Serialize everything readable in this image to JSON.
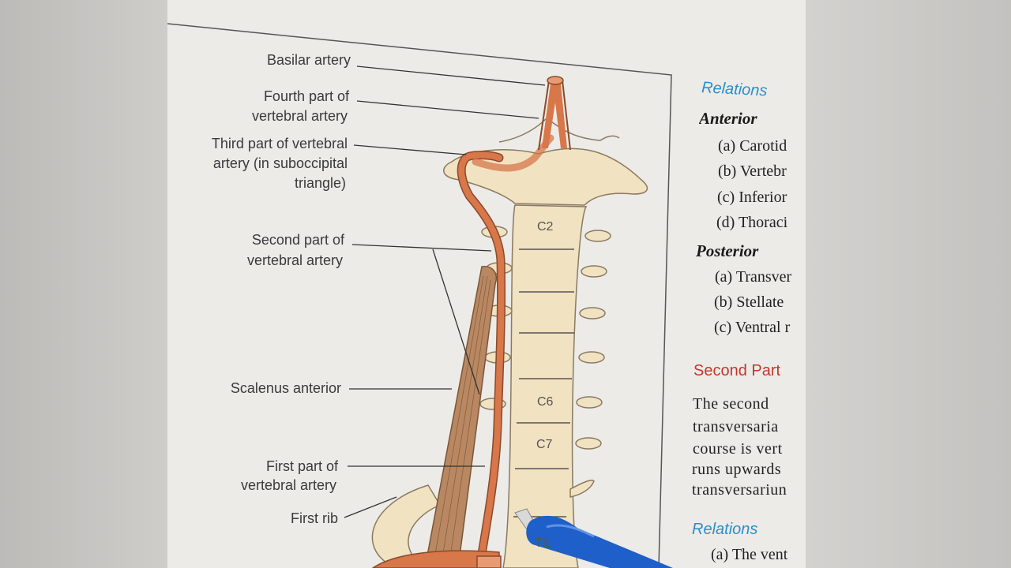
{
  "figure": {
    "labels": {
      "basilar": "Basilar artery",
      "fourth_1": "Fourth part of",
      "fourth_2": "vertebral artery",
      "third_1": "Third part of vertebral",
      "third_2": "artery (in suboccipital",
      "third_3": "triangle)",
      "second_1": "Second part of",
      "second_2": "vertebral artery",
      "scalenus": "Scalenus anterior",
      "first_1": "First part of",
      "first_2": "vertebral artery",
      "first_rib": "First rib"
    },
    "vertebrae": {
      "c2": "C2",
      "c6": "C6",
      "c7": "C7",
      "t1": "T1"
    }
  },
  "side_text": {
    "relations_heading": "Relations",
    "anterior_heading": "Anterior",
    "anterior_items": [
      "(a)  Carotid",
      "(b)  Vertebr",
      "(c)  Inferior",
      "(d)  Thoraci"
    ],
    "posterior_heading": "Posterior",
    "posterior_items": [
      "(a)  Transver",
      "(b)  Stellate",
      "(c)  Ventral r"
    ],
    "second_part_heading": "Second Part",
    "paragraph_lines": [
      "The second",
      "transversaria",
      "course is vert",
      "runs upwards",
      "transversariun"
    ],
    "relations_heading_2": "Relations",
    "relations_item": "(a)  The vent"
  },
  "colors": {
    "artery": "#d7774a",
    "bone": "#f1e2c2",
    "muscle": "#b98862",
    "accent_line": "#e8b830",
    "pen": "#1f5fc9"
  }
}
